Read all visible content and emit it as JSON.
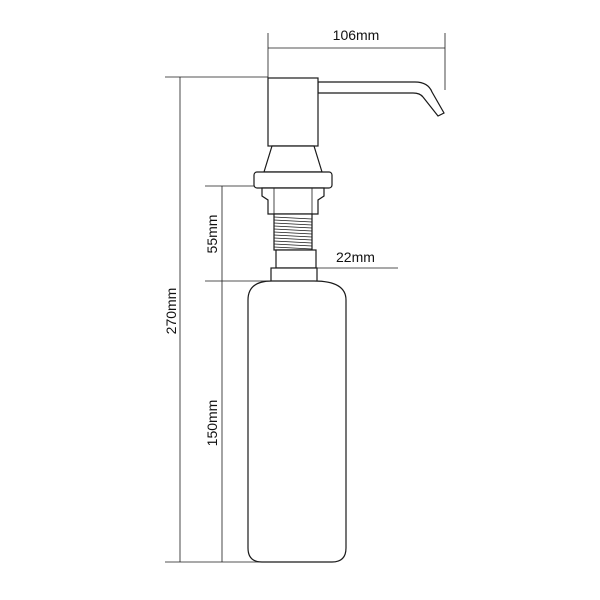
{
  "diagram": {
    "dimensions": {
      "spout_width": "106mm",
      "neck_diameter": "22mm",
      "total_height": "270mm",
      "thread_length": "55mm",
      "bottle_height": "150mm"
    }
  }
}
